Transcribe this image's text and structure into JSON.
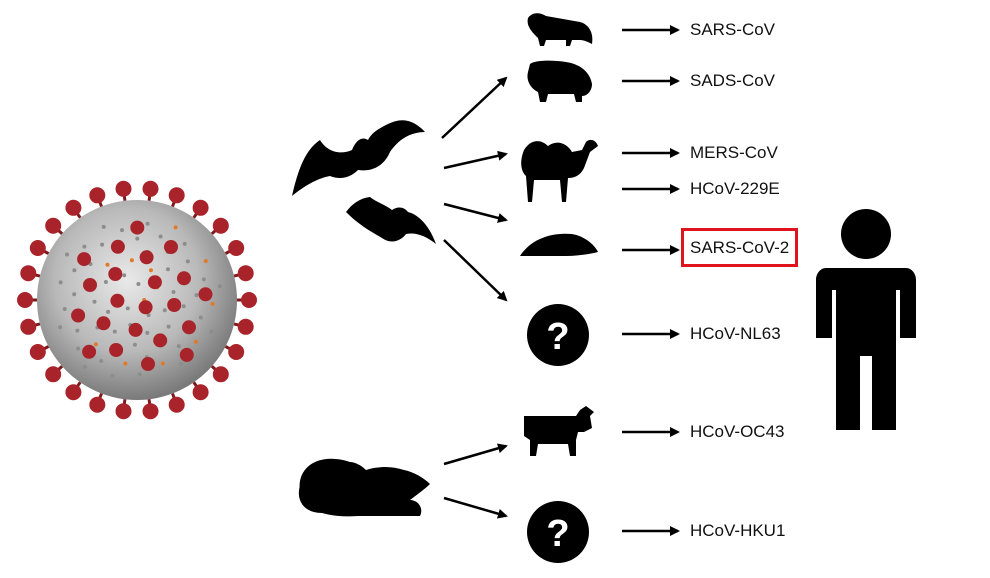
{
  "virus_labels": {
    "sars_cov": "SARS-CoV",
    "sads_cov": "SADS-CoV",
    "mers_cov": "MERS-CoV",
    "hcov_229e": "HCoV-229E",
    "sars_cov_2": "SARS-CoV-2",
    "hcov_nl63": "HCoV-NL63",
    "hcov_oc43": "HCoV-OC43",
    "hcov_hku1": "HCoV-HKU1"
  },
  "unknown_host_symbol": "?",
  "icons": {
    "virus": "coronavirus-icon",
    "bat": "bat-icon",
    "rodent": "rat-icon",
    "civet": "civet-icon",
    "pig": "pig-icon",
    "camel": "camel-icon",
    "pangolin": "pangolin-icon",
    "cattle": "cow-icon",
    "unknown": "question-mark-icon",
    "human": "human-icon"
  },
  "colors": {
    "highlight": "#e0141c",
    "virus_spike": "#a8242a",
    "virus_body": "#bdbdbd",
    "icon": "#000000"
  }
}
